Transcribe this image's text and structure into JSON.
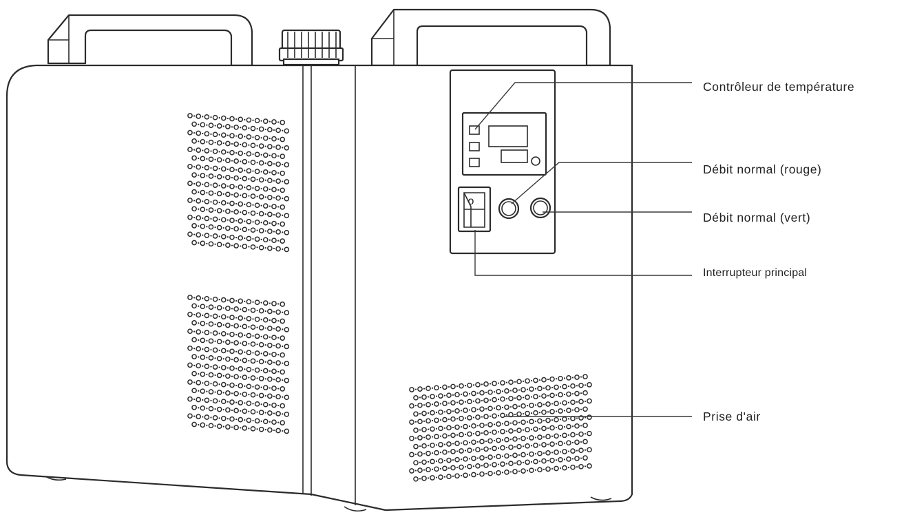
{
  "labels": {
    "temperature_controller": "Contrôleur  de  température",
    "normal_flow_red": "Débit  normal  (rouge)",
    "normal_flow_green": "Débit  normal  (vert)",
    "main_switch": "Interrupteur  principal",
    "air_intake": "Prise d'air"
  },
  "switch_symbol": "o"
}
